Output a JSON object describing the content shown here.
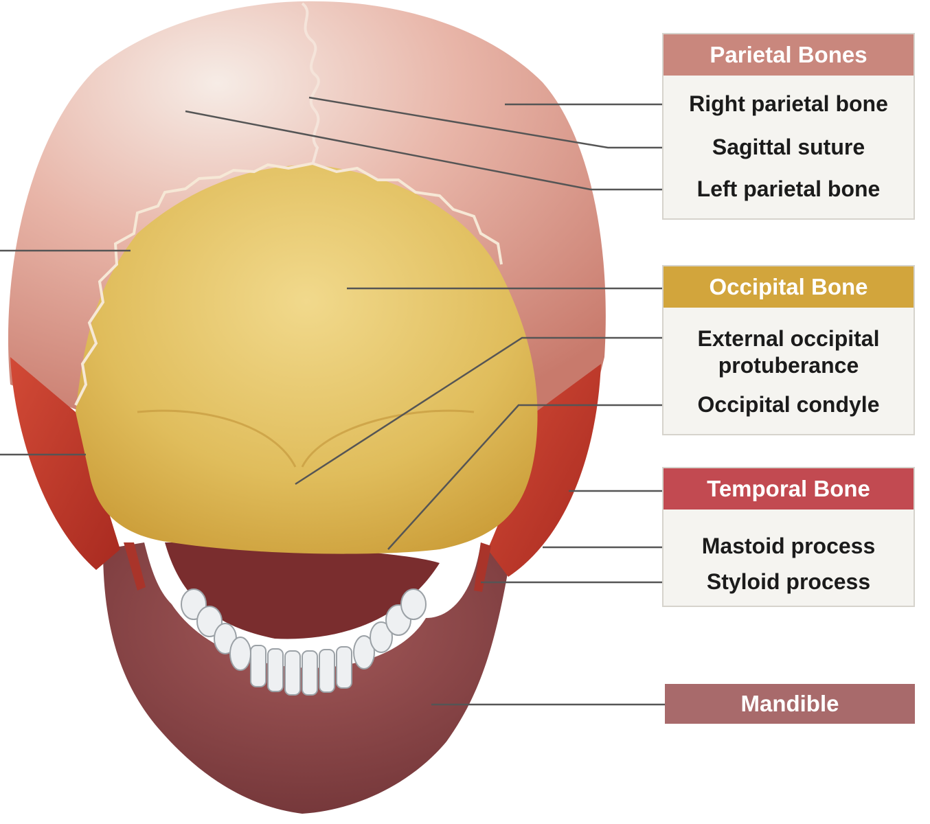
{
  "groups": {
    "parietal": {
      "title": "Parietal Bones",
      "color": "#c9877d",
      "items": [
        "Right parietal bone",
        "Sagittal suture",
        "Left parietal bone"
      ]
    },
    "occipital": {
      "title": "Occipital Bone",
      "color": "#d2a53c",
      "items": [
        "External occipital protuberance",
        "Occipital condyle"
      ],
      "item_lines": [
        "External occipital",
        "protuberance"
      ]
    },
    "temporal": {
      "title": "Temporal Bone",
      "color": "#c24a51",
      "items": [
        "Mastoid process",
        "Styloid process"
      ]
    },
    "mandible": {
      "title": "Mandible",
      "color": "#a86a6b"
    }
  },
  "colors": {
    "parietal_bone": "#e3aa9c",
    "occipital_bone": "#e2bf63",
    "temporal_bone": "#c53a2a",
    "mandible_bone": "#8e4a4c",
    "teeth": "#eef0f2",
    "leader_line": "#555555"
  }
}
